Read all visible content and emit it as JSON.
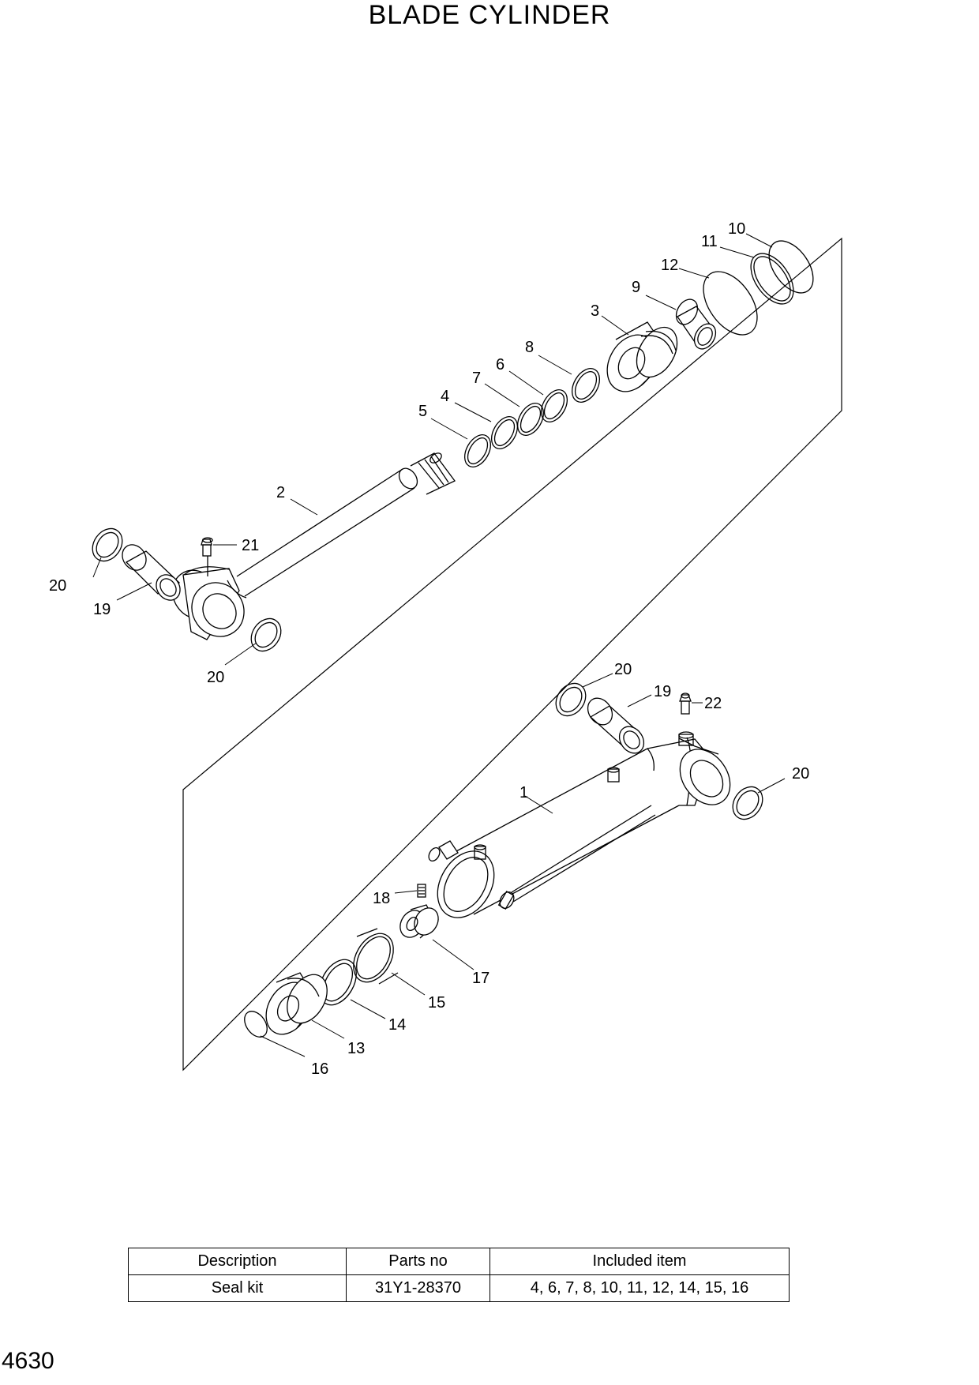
{
  "title": "BLADE CYLINDER",
  "page_number": "4630",
  "callouts": {
    "c1": "1",
    "c2": "2",
    "c3": "3",
    "c4": "4",
    "c5": "5",
    "c6": "6",
    "c7": "7",
    "c8": "8",
    "c9": "9",
    "c10": "10",
    "c11": "11",
    "c12": "12",
    "c13": "13",
    "c14": "14",
    "c15": "15",
    "c16": "16",
    "c17": "17",
    "c18": "18",
    "c19a": "19",
    "c19b": "19",
    "c20a": "20",
    "c20b": "20",
    "c20c": "20",
    "c20d": "20",
    "c21": "21",
    "c22": "22"
  },
  "seal_table": {
    "headers": [
      "Description",
      "Parts no",
      "Included item"
    ],
    "rows": [
      [
        "Seal kit",
        "31Y1-28370",
        "4, 6, 7, 8, 10, 11, 12, 14, 15, 16"
      ]
    ]
  }
}
